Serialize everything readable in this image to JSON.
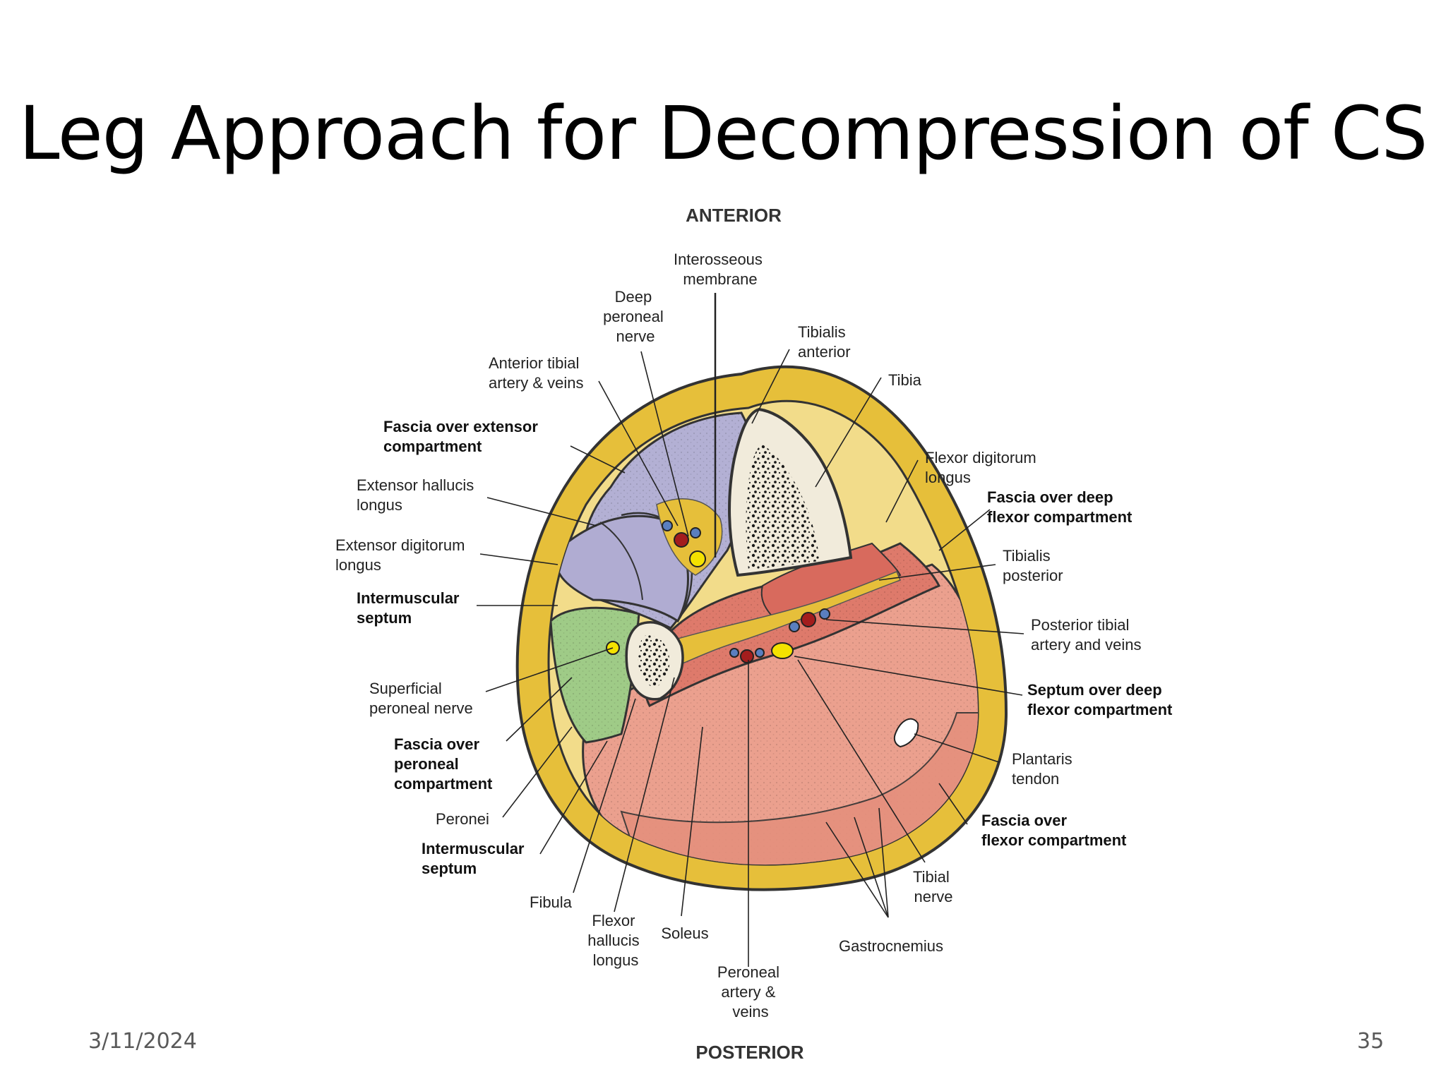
{
  "slide": {
    "title": "Leg Approach for Decompression of CS",
    "date": "3/11/2024",
    "page_number": "35"
  },
  "diagram": {
    "orientation_top": "ANTERIOR",
    "orientation_bottom": "POSTERIOR",
    "colors": {
      "fascia_yellow": "#e6bf3a",
      "anterior_compartment": "#b3b0d4",
      "lateral_compartment": "#9fcb87",
      "deep_posterior": "#de7a6b",
      "superficial_posterior": "#eba08e",
      "bone": "#f1ebdb"
    },
    "labels": {
      "interosseous": [
        "Interosseous",
        "membrane"
      ],
      "deep_peroneal": [
        "Deep",
        "peroneal",
        "nerve"
      ],
      "tibialis_anterior": [
        "Tibialis",
        "anterior"
      ],
      "ant_tibial": [
        "Anterior tibial",
        "artery & veins"
      ],
      "tibia": [
        "Tibia"
      ],
      "fascia_ext": [
        "Fascia over extensor",
        "compartment"
      ],
      "fdl": [
        "Flexor digitorum",
        "longus"
      ],
      "fascia_deep": [
        "Fascia over deep",
        "flexor compartment"
      ],
      "ehl": [
        "Extensor hallucis",
        "longus"
      ],
      "edl": [
        "Extensor digitorum",
        "longus"
      ],
      "tib_post": [
        "Tibialis",
        "posterior"
      ],
      "im_septum_1": [
        "Intermuscular",
        "septum"
      ],
      "post_tibial": [
        "Posterior tibial",
        "artery and veins"
      ],
      "sup_peroneal": [
        "Superficial",
        "peroneal nerve"
      ],
      "septum_deep": [
        "Septum over deep",
        "flexor compartment"
      ],
      "fascia_peroneal": [
        "Fascia over",
        "peroneal",
        "compartment"
      ],
      "plantaris": [
        "Plantaris",
        "tendon"
      ],
      "peronei": [
        "Peronei"
      ],
      "fascia_flexor": [
        "Fascia over",
        "flexor compartment"
      ],
      "im_septum_2": [
        "Intermuscular",
        "septum"
      ],
      "tibial_nerve": [
        "Tibial",
        "nerve"
      ],
      "fibula": [
        "Fibula"
      ],
      "fhl": [
        "Flexor",
        "hallucis",
        "longus"
      ],
      "soleus": [
        "Soleus"
      ],
      "gastrocnemius": [
        "Gastrocnemius"
      ],
      "peroneal_artery": [
        "Peroneal",
        "artery &",
        "veins"
      ]
    }
  }
}
